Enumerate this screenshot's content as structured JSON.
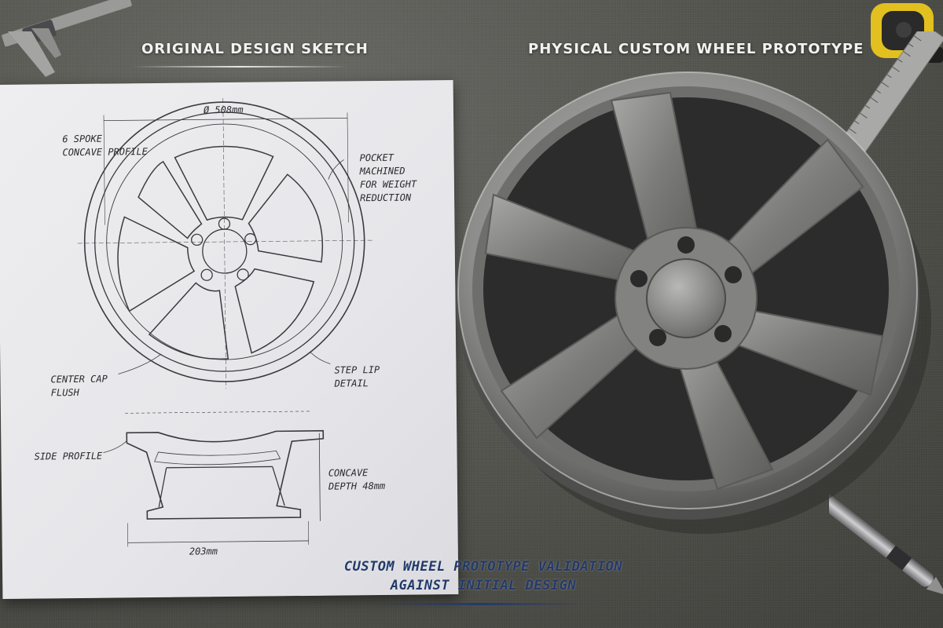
{
  "headings": {
    "left": "ORIGINAL DESIGN SKETCH",
    "right": "PHYSICAL CUSTOM WHEEL PROTOTYPE"
  },
  "sketch": {
    "dimension_diameter": "Ø 508mm",
    "label_spoke": "6 SPOKE\nCONCAVE PROFILE",
    "label_pocket": "POCKET\nMACHINED\nFOR WEIGHT\nREDUCTION",
    "label_center_cap": "CENTER CAP\nFLUSH",
    "label_step_lip": "STEP LIP\nDETAIL",
    "label_side_profile": "SIDE PROFILE",
    "label_concave_depth": "CONCAVE\nDEPTH 48mm",
    "dimension_width": "203mm"
  },
  "caption": {
    "line1": "CUSTOM WHEEL PROTOTYPE VALIDATION",
    "line2": "AGAINST INITIAL DESIGN"
  },
  "colors": {
    "caption_ink": "#223a6a",
    "heading_text": "#f2f2f0",
    "surface": "#55554f",
    "wheel_metal": "#8a8a88"
  },
  "icons": {
    "top_left_tool": "caliper-icon",
    "top_right_tool": "tape-measure-icon",
    "right_edge_tool": "steel-ruler-icon",
    "bottom_right_tool": "pen-icon"
  }
}
